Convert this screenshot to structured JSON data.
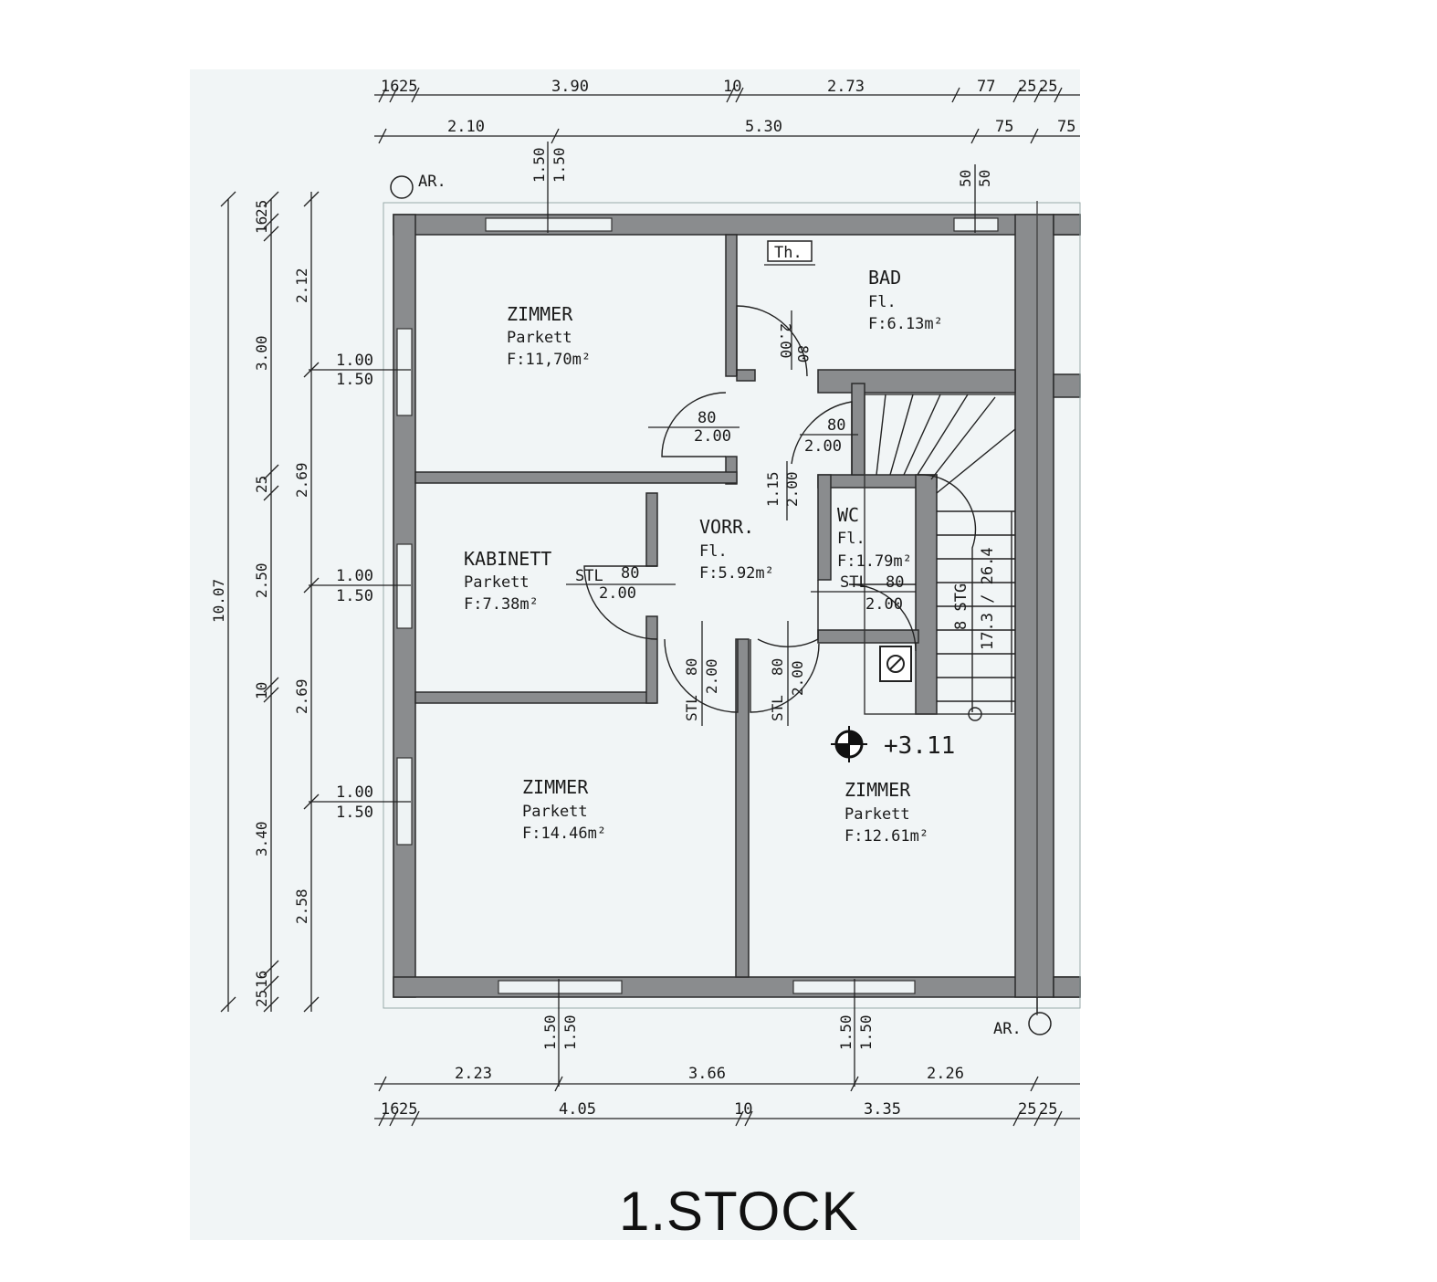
{
  "drawing_title": "1.STOCK",
  "axis_marks": {
    "top_left": "AR.",
    "bottom_right": "AR."
  },
  "rooms": [
    {
      "name": "ZIMMER",
      "floor": "Parkett",
      "area": "F:11,70m²"
    },
    {
      "name": "BAD",
      "floor": "Fl.",
      "area": "F:6.13m²"
    },
    {
      "name": "KABINETT",
      "floor": "Parkett",
      "area": "F:7.38m²"
    },
    {
      "name": "VORR.",
      "floor": "Fl.",
      "area": "F:5.92m²"
    },
    {
      "name": "WC",
      "floor": "Fl.",
      "area": "F:1.79m²"
    },
    {
      "name": "ZIMMER",
      "floor": "Parkett",
      "area": "F:14.46m²"
    },
    {
      "name": "ZIMMER",
      "floor": "Parkett",
      "area": "F:12.61m²"
    }
  ],
  "fixtures": {
    "heater": "Th.",
    "elevation": "+3.11"
  },
  "stair": {
    "line1": "8 STG",
    "line2": "17.3 / 26.4"
  },
  "door_labels": {
    "d1_w": "80",
    "d1_h": "2.00",
    "d2_w": "80",
    "d2_h": "2.00",
    "d3_w": "80",
    "d3_h": "2.00",
    "d4_w": "1.15",
    "d4_h": "2.00",
    "d5_stl": "STL",
    "d5_w": "80",
    "d5_h": "2.00",
    "d6_stl": "STL",
    "d6_w": "80",
    "d6_h": "2.00",
    "d7_stl": "STL",
    "d7_w": "80",
    "d7_h": "2.00",
    "d8_stl": "STL",
    "d8_w": "80",
    "d8_h": "2.00"
  },
  "window_labels": {
    "top1_a": "1.50",
    "top1_b": "1.50",
    "top2_a": "50",
    "top2_b": "50",
    "left1_a": "1.00",
    "left1_b": "1.50",
    "left2_a": "1.00",
    "left2_b": "1.50",
    "left3_a": "1.00",
    "left3_b": "1.50",
    "bot1_a": "1.50",
    "bot1_b": "1.50",
    "bot2_a": "1.50",
    "bot2_b": "1.50"
  },
  "dims_top_row1": [
    "16",
    "25",
    "3.90",
    "10",
    "2.73",
    "77",
    "25",
    "25"
  ],
  "dims_top_row2": [
    "2.10",
    "5.30",
    "75",
    "75"
  ],
  "dims_left_outer": "10.07",
  "dims_left_mid": [
    "25",
    "16",
    "3.00",
    "25",
    "2.50",
    "10",
    "3.40",
    "16",
    "25"
  ],
  "dims_left_inner": [
    "2.12",
    "2.69",
    "2.69",
    "2.58"
  ],
  "dims_bottom_row1": [
    "2.23",
    "3.66",
    "2.26"
  ],
  "dims_bottom_row2": [
    "16",
    "25",
    "4.05",
    "10",
    "3.35",
    "25",
    "25"
  ]
}
